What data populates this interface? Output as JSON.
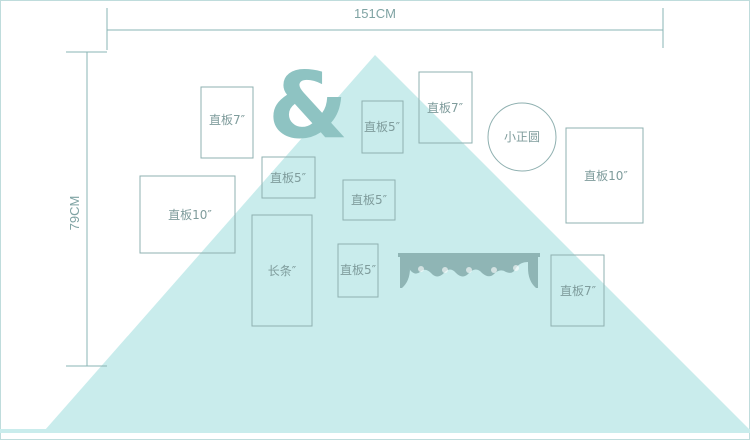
{
  "dimensions": {
    "width_label": "151CM",
    "height_label": "79CM"
  },
  "ampersand": "&",
  "frames": [
    {
      "id": "frame-7-top-left",
      "label": "直板7″"
    },
    {
      "id": "frame-5-center-top",
      "label": "直板5″"
    },
    {
      "id": "frame-7-top-center",
      "label": "直板7″"
    },
    {
      "id": "frame-5-left",
      "label": "直板5″"
    },
    {
      "id": "frame-10-left",
      "label": "直板10″"
    },
    {
      "id": "frame-5-center",
      "label": "直板5″"
    },
    {
      "id": "frame-strip",
      "label": "长条″"
    },
    {
      "id": "frame-5-bottom",
      "label": "直板5″"
    },
    {
      "id": "frame-10-right",
      "label": "直板10″"
    },
    {
      "id": "frame-7-right",
      "label": "直板7″"
    }
  ],
  "circle": {
    "label": "小正圆"
  },
  "colors": {
    "triangle": "#c9ecec",
    "line": "#8ab4b4",
    "frame_stroke": "#8fb0b0",
    "ampersand": "#8ec3c2",
    "shelf": "#8fb5b5",
    "border": "#bfdcdc"
  }
}
